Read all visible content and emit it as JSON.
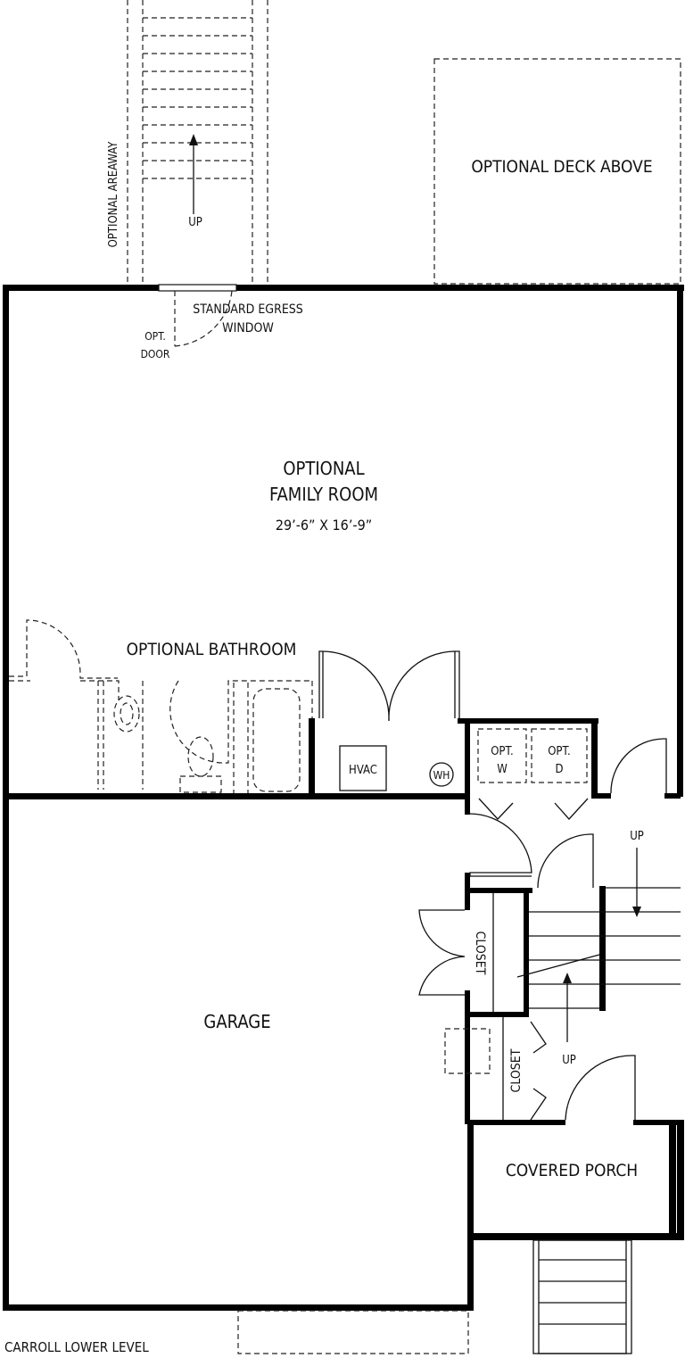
{
  "plan": {
    "title": "CARROLL LOWER LEVEL",
    "areaway": "OPTIONAL AREAWAY",
    "areaway_up": "UP",
    "deck": "OPTIONAL DECK ABOVE",
    "egress_line1": "STANDARD EGRESS",
    "egress_line2": "WINDOW",
    "opt_door_line1": "OPT.",
    "opt_door_line2": "DOOR",
    "family_room_line1": "OPTIONAL",
    "family_room_line2": "FAMILY ROOM",
    "family_room_dims": "29’-6” X 16’-9”",
    "bathroom": "OPTIONAL BATHROOM",
    "hvac": "HVAC",
    "water_heater": "WH",
    "washer_line1": "OPT.",
    "washer_line2": "W",
    "dryer_line1": "OPT.",
    "dryer_line2": "D",
    "stairs_up_top": "UP",
    "stairs_up_bottom": "UP",
    "closet_upper": "CLOSET",
    "closet_lower": "CLOSET",
    "garage": "GARAGE",
    "porch": "COVERED PORCH"
  }
}
